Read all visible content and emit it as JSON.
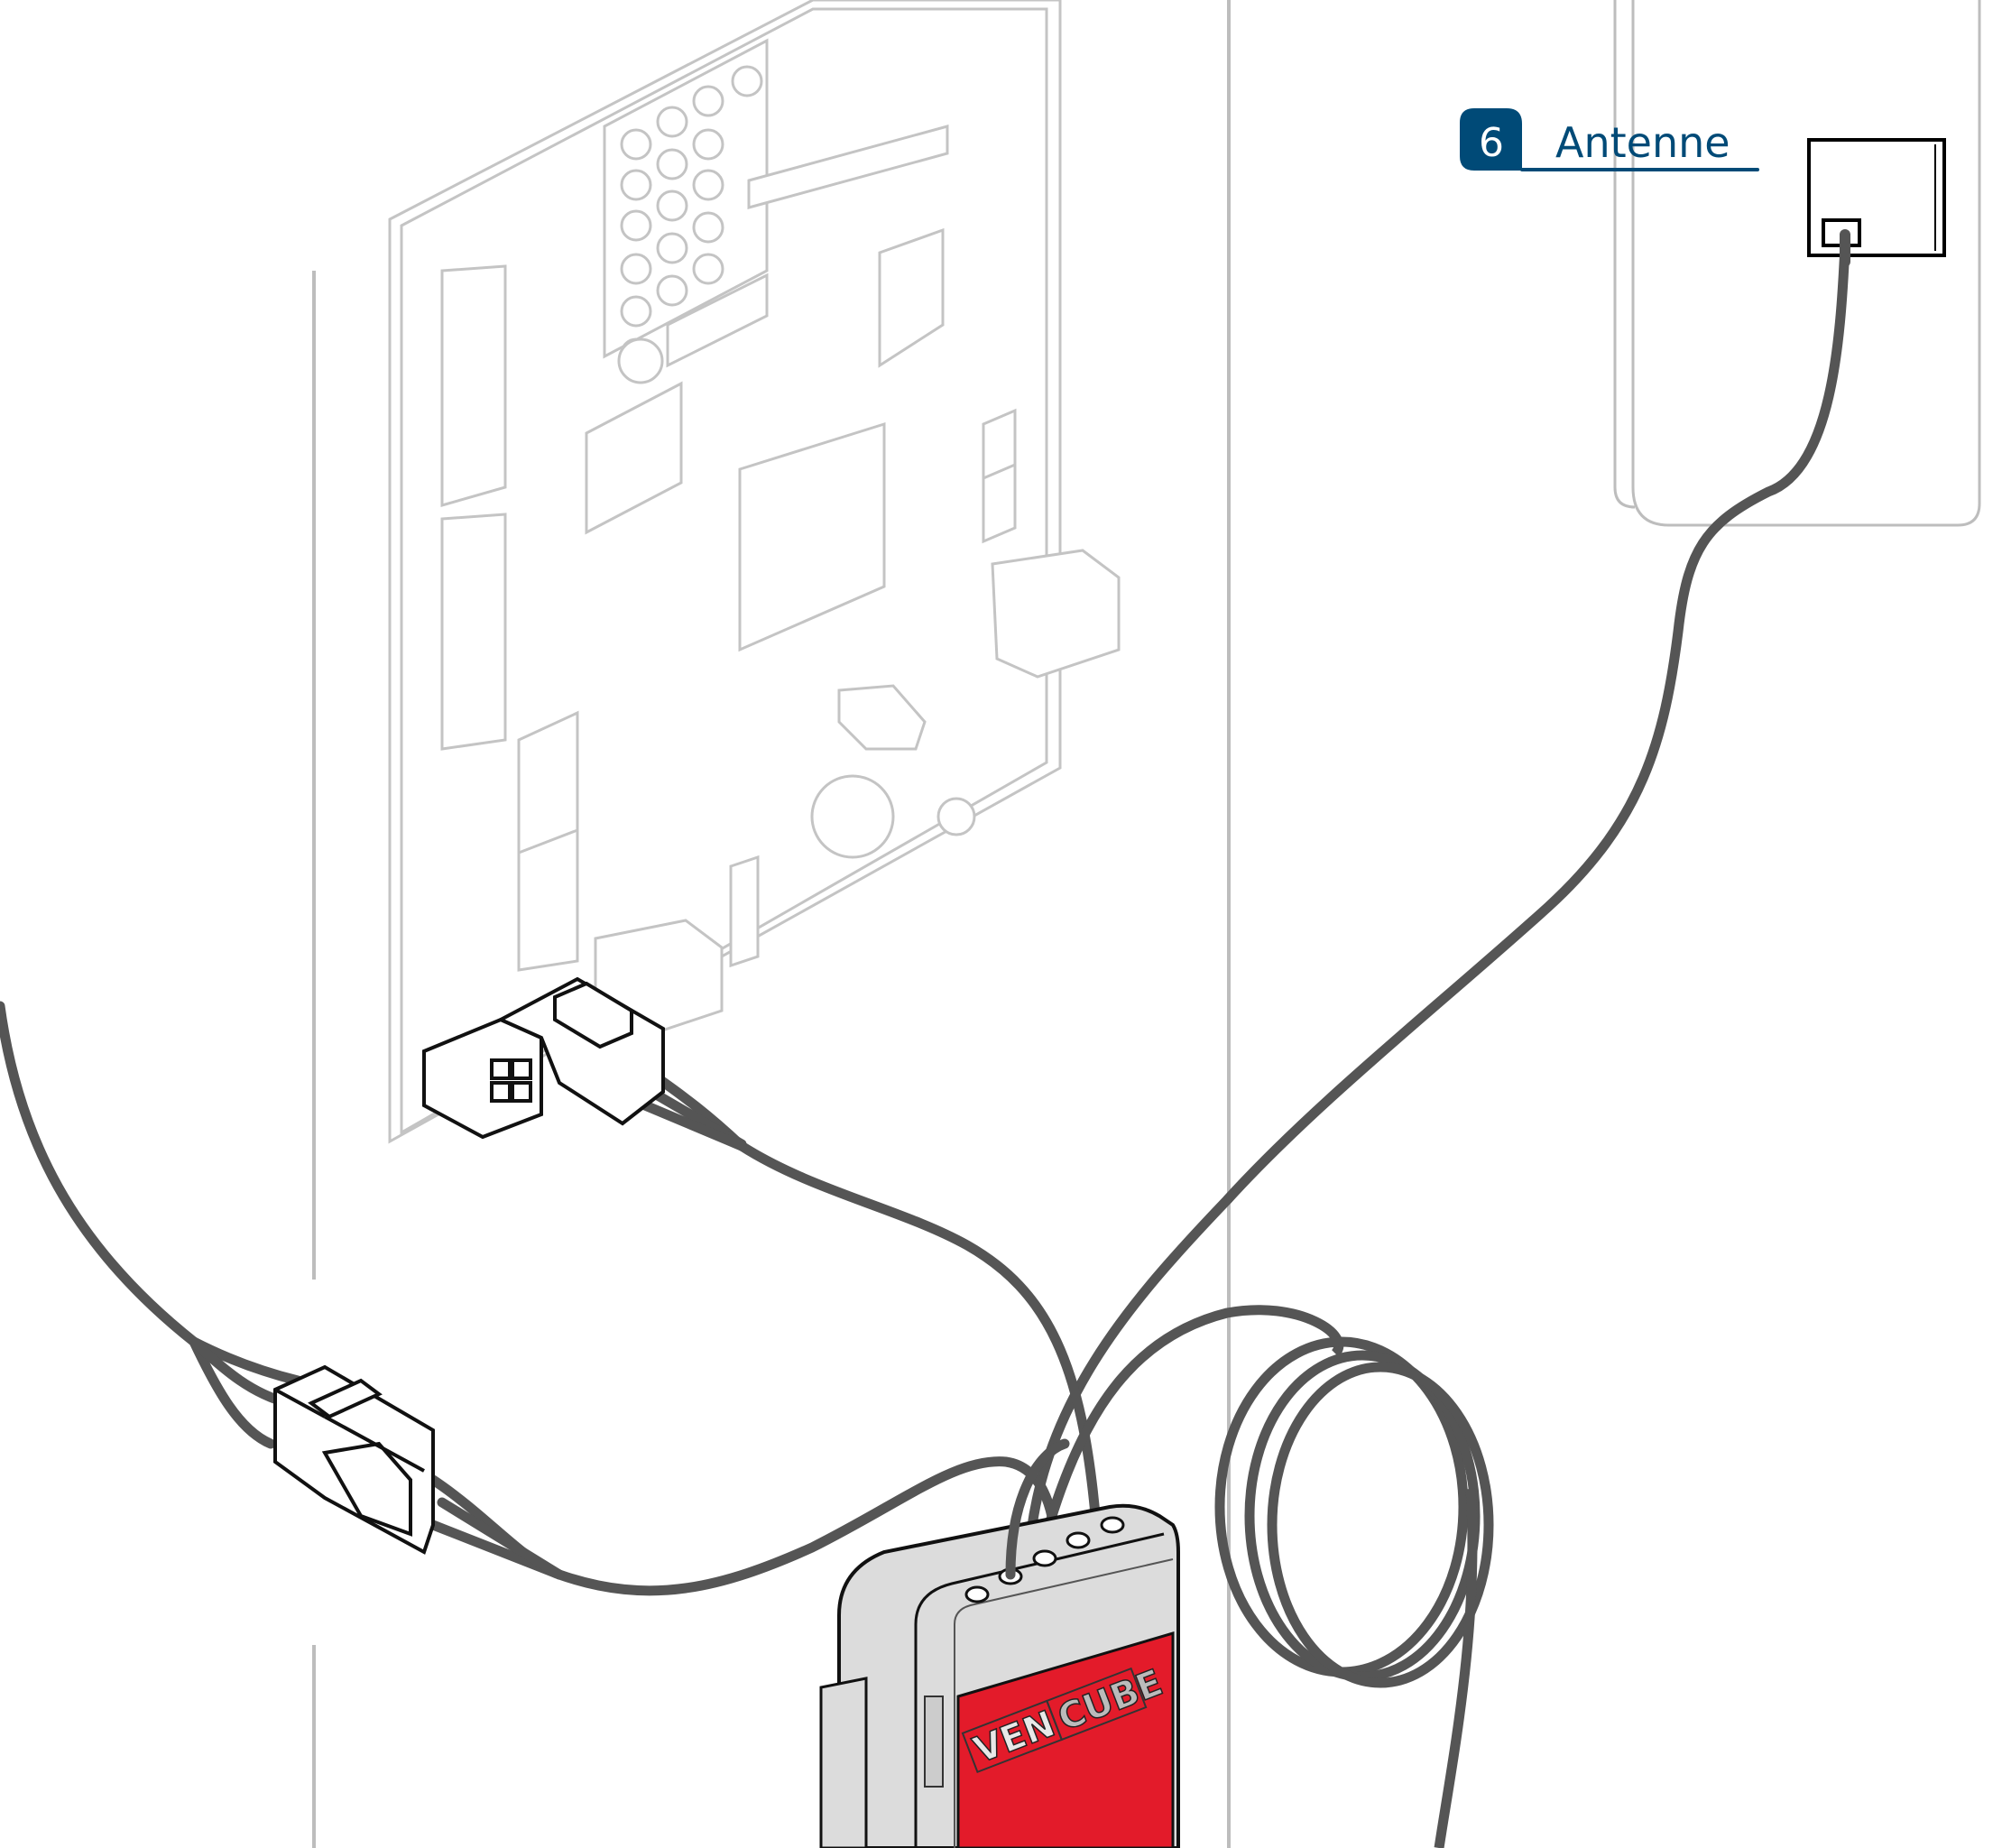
{
  "callout": {
    "number": "6",
    "label": "Antenne",
    "color": "#004a77"
  },
  "device": {
    "logo_left": "VEN",
    "logo_right": "CUBE",
    "accent": "#e31b2a"
  },
  "colors": {
    "cable": "#555555",
    "faded": "#c4c4c4",
    "wall": "#b8b8b8"
  }
}
